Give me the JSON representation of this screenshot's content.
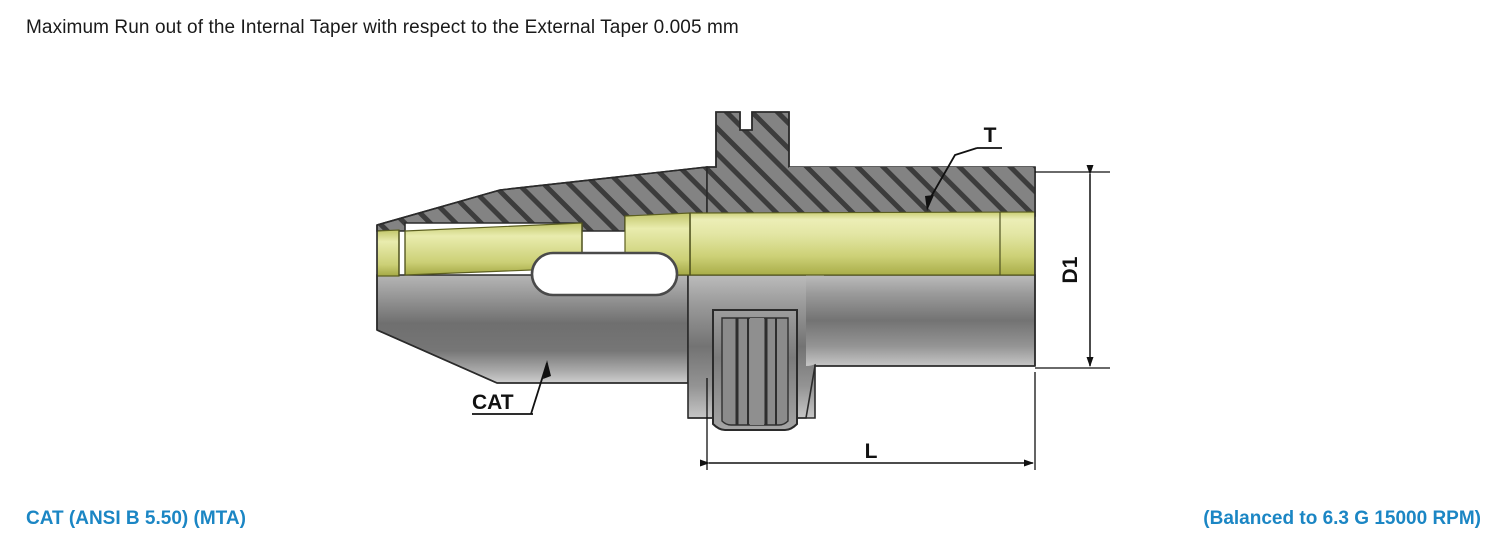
{
  "header": {
    "note": "Maximum Run out of the Internal Taper with respect to the External Taper 0.005 mm"
  },
  "footer": {
    "left_label": "CAT (ANSI B 5.50) (MTA)",
    "right_label": "(Balanced to 6.3 G 15000 RPM)",
    "accent_color": "#1b86c4"
  },
  "drawing": {
    "title": "CAT taper tool holder sectional view",
    "labels": {
      "taper": "CAT",
      "thread": "T",
      "diameter": "D1",
      "length": "L"
    },
    "colors": {
      "hatch_fill": "#7f7f7f",
      "hatch_line": "#3a3a3a",
      "bore_light": "#e9ecb0",
      "bore_dark": "#b4b84f",
      "body_light": "#c9c9c9",
      "body_dark": "#6e6e6e",
      "outline": "#2b2b2b",
      "slot_fill": "#ffffff"
    }
  }
}
